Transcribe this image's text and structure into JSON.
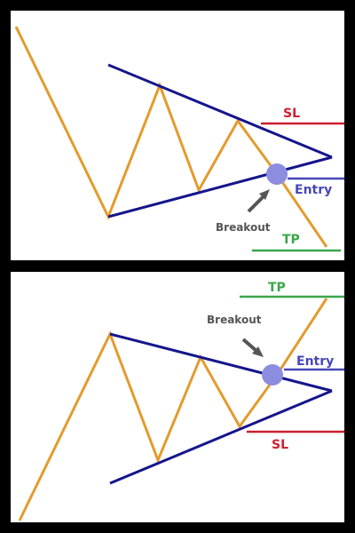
{
  "colors": {
    "background": "#000000",
    "panel": "#ffffff",
    "price": "#e39b2e",
    "trendline": "#15158c",
    "breakout_marker": "#8d8de0",
    "sl": "#cc1f2f",
    "tp": "#3aa64a",
    "entry": "#4747b8",
    "breakout_text": "#555555",
    "arrow": "#555555"
  },
  "panels": [
    {
      "direction": "bearish",
      "labels": {
        "sl": "SL",
        "entry": "Entry",
        "breakout": "Breakout",
        "tp": "TP"
      }
    },
    {
      "direction": "bullish",
      "labels": {
        "tp": "TP",
        "breakout": "Breakout",
        "entry": "Entry",
        "sl": "SL"
      }
    }
  ]
}
